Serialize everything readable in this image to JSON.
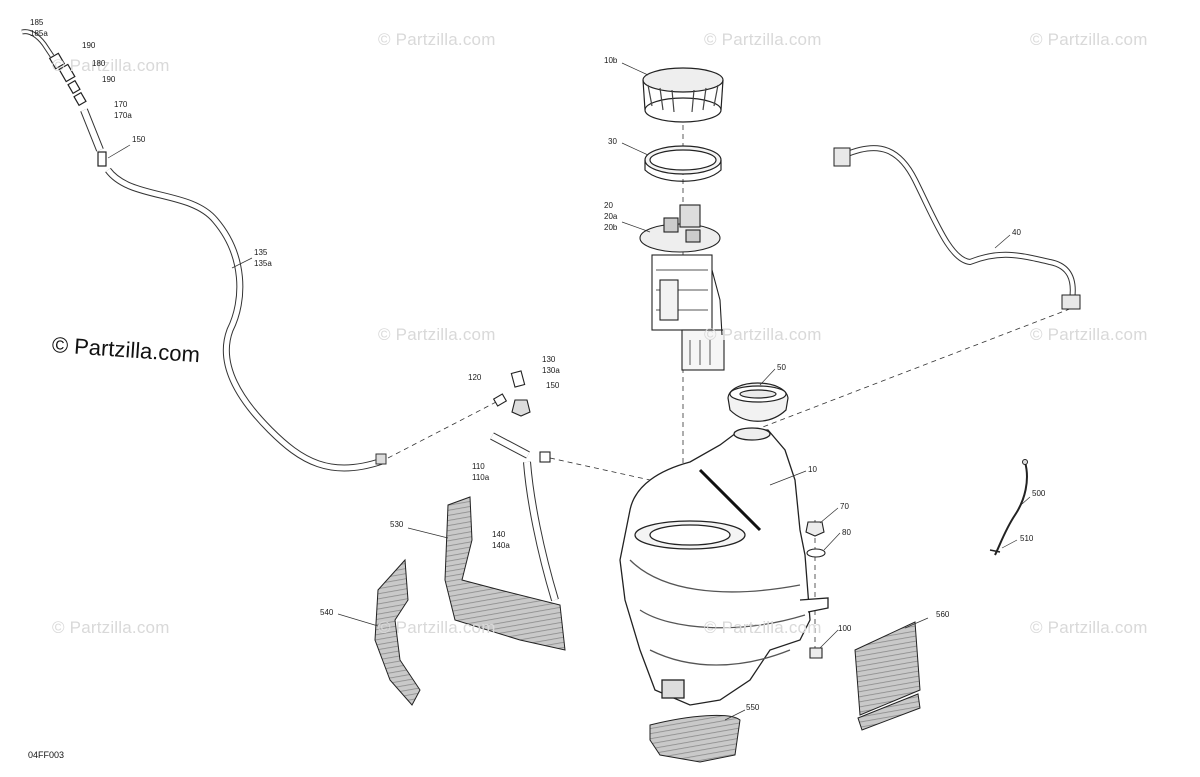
{
  "watermark": "© Partzilla.com",
  "drawing_code": "04FF003",
  "callouts": {
    "c185": "185",
    "c185a": "185a",
    "c190_1": "190",
    "c180": "180",
    "c190_2": "190",
    "c170": "170",
    "c170a": "170a",
    "c150_1": "150",
    "c135": "135",
    "c135a": "135a",
    "c10b": "10b",
    "c30": "30",
    "c20": "20",
    "c20a": "20a",
    "c20b": "20b",
    "c40": "40",
    "c50": "50",
    "c10": "10",
    "c130": "130",
    "c130a": "130a",
    "c120": "120",
    "c150_2": "150",
    "c110": "110",
    "c110a": "110a",
    "c140": "140",
    "c140a": "140a",
    "c530": "530",
    "c540": "540",
    "c70": "70",
    "c80": "80",
    "c100": "100",
    "c560": "560",
    "c550": "550",
    "c500": "500",
    "c510": "510"
  }
}
